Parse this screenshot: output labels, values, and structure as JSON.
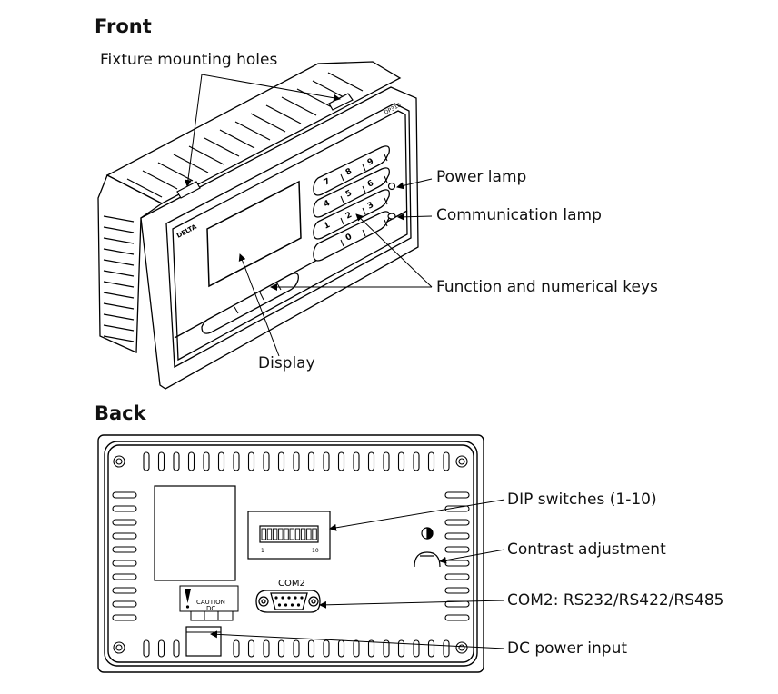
{
  "front": {
    "heading": "Front",
    "labels": {
      "fixture_holes": "Fixture mounting holes",
      "power_lamp": "Power lamp",
      "comm_lamp": "Communication lamp",
      "function_keys": "Function and numerical keys",
      "display": "Display"
    },
    "model_text": "OP310",
    "brand_text": "DELTA",
    "keypad": [
      [
        "7",
        "8",
        "9"
      ],
      [
        "4",
        "5",
        "6"
      ],
      [
        "1",
        "2",
        "3"
      ],
      [
        "",
        "0",
        ""
      ]
    ]
  },
  "back": {
    "heading": "Back",
    "labels": {
      "dip_switches": "DIP switches (1-10)",
      "contrast": "Contrast adjustment",
      "com2": "COM2: RS232/RS422/RS485",
      "dc_power": "DC power input"
    },
    "com2_text": "COM2",
    "caution_text": "CAUTION",
    "dc_text": "DC",
    "dip_start": "1",
    "dip_end": "10"
  }
}
